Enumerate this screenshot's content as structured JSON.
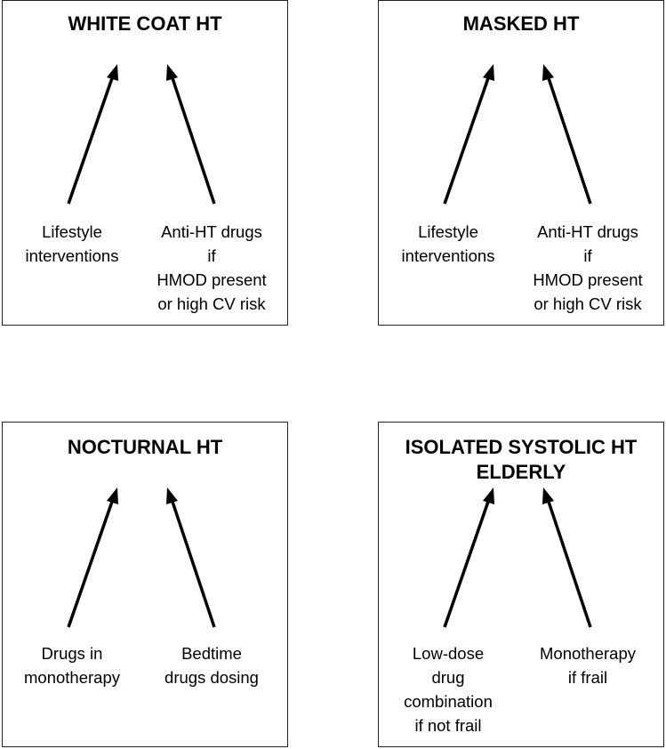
{
  "panels": [
    {
      "title": "WHITE COAT HT",
      "left_label": "Lifestyle\ninterventions",
      "right_label": "Anti-HT drugs\nif\nHMOD present\nor high CV risk"
    },
    {
      "title": "MASKED HT",
      "left_label": "Lifestyle\ninterventions",
      "right_label": "Anti-HT drugs\nif\nHMOD present\nor high CV risk"
    },
    {
      "title": "NOCTURNAL HT",
      "left_label": "Drugs in\nmonotherapy",
      "right_label": "Bedtime\ndrugs dosing"
    },
    {
      "title": "ISOLATED SYSTOLIC HT\nELDERLY",
      "left_label": "Low-dose\ndrug\ncombination\nif not frail",
      "right_label": "Monotherapy\nif frail"
    }
  ],
  "colors": {
    "border": "#222222",
    "arrow": "#000000",
    "text": "#000000"
  }
}
